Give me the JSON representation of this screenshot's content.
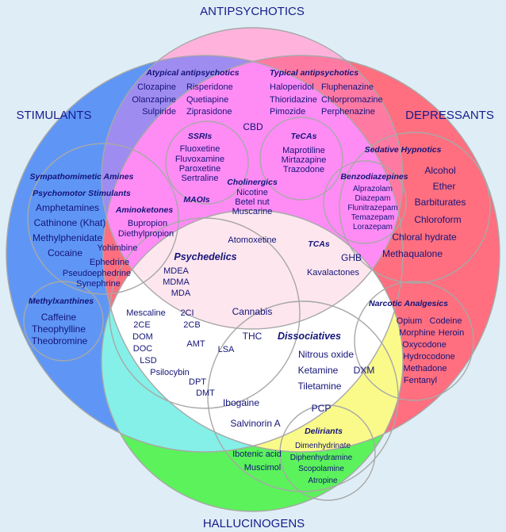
{
  "categories": {
    "antipsychotics": "ANTIPSYCHOTICS",
    "stimulants": "STIMULANTS",
    "depressants": "DEPRESSANTS",
    "hallucinogens": "HALLUCINOGENS"
  },
  "colors": {
    "background": "#dfeef6",
    "antipsychotics": "#ffb3dc",
    "stimulants": "#5f96f5",
    "depressants": "#ff6f7f",
    "hallucinogens": "#5bf25b",
    "text": "#1a1a8c"
  },
  "groups": {
    "atypical": {
      "title": "Atypical antipsychotics",
      "items": [
        "Clozapine",
        "Risperidone",
        "Olanzapine",
        "Quetiapine",
        "Sulpiride",
        "Ziprasidone"
      ]
    },
    "typical": {
      "title": "Typical antipsychotics",
      "items": [
        "Haloperidol",
        "Fluphenazine",
        "Thioridazine",
        "Chlorpromazine",
        "Pimozide",
        "Perphenazine"
      ]
    },
    "cbd": "CBD",
    "ssris": {
      "title": "SSRIs",
      "items": [
        "Fluoxetine",
        "Fluvoxamine",
        "Paroxetine",
        "Sertraline"
      ]
    },
    "tecas": {
      "title": "TeCAs",
      "items": [
        "Maprotiline",
        "Mirtazapine",
        "Trazodone"
      ]
    },
    "sedative": {
      "title": "Sedative Hypnotics",
      "items": [
        "Alcohol",
        "Ether",
        "Barbiturates",
        "Chloroform",
        "Chloral hydrate",
        "Methaqualone"
      ]
    },
    "benzos": {
      "title": "Benzodiazepines",
      "items": [
        "Alprazolam",
        "Diazepam",
        "Flunitrazepam",
        "Temazepam",
        "Lorazepam"
      ]
    },
    "ghb": "GHB",
    "sympatho": {
      "title": "Sympathomimetic Amines"
    },
    "psychomotor": {
      "title": "Psychomotor Stimulants",
      "items": [
        "Amphetamines",
        "Cathinone (Khat)",
        "Methylphenidate",
        "Cocaine"
      ]
    },
    "aminoketones": {
      "title": "Aminoketones",
      "items": [
        "Bupropion",
        "Diethylpropion"
      ]
    },
    "yohimbine": "Yohimbine",
    "maois": "MAOIs",
    "misc_stim": [
      "Ephedrine",
      "Pseudoephedrine",
      "Synephrine"
    ],
    "cholinergics": {
      "title": "Cholinergics",
      "items": [
        "Nicotine",
        "Betel nut",
        "Muscarine"
      ]
    },
    "atomoxetine": "Atomoxetine",
    "tcas": {
      "title": "TCAs",
      "items": [
        "Kavalactones"
      ]
    },
    "psychedelics": {
      "title": "Psychedelics",
      "items": [
        "MDEA",
        "MDMA",
        "MDA"
      ]
    },
    "methylx": {
      "title": "Methylxanthines",
      "items": [
        "Caffeine",
        "Theophylline",
        "Theobromine"
      ]
    },
    "cannabis": "Cannabis",
    "thc": "THC",
    "phenethylamines": [
      "Mescaline",
      "2CI",
      "2CE",
      "2CB",
      "DOM",
      "DOC",
      "AMT",
      "LSD",
      "LSA",
      "Psilocybin",
      "DPT",
      "DMT"
    ],
    "dissociatives": {
      "title": "Dissociatives",
      "items": [
        "Nitrous oxide",
        "Ketamine",
        "DXM",
        "Tiletamine",
        "PCP"
      ]
    },
    "narcotic": {
      "title": "Narcotic Analgesics",
      "items": [
        "Opium",
        "Codeine",
        "Morphine",
        "Heroin",
        "Oxycodone",
        "Hydrocodone",
        "Methadone",
        "Fentanyl"
      ]
    },
    "ibogaine": "Ibogaine",
    "salvinorin": "Salvinorin A",
    "ibotenic": "Ibotenic acid",
    "muscimol": "Muscimol",
    "deliriants": {
      "title": "Deliriants",
      "items": [
        "Dimenhydrinate",
        "Diphenhydramine",
        "Scopolamine",
        "Atropine"
      ]
    }
  }
}
